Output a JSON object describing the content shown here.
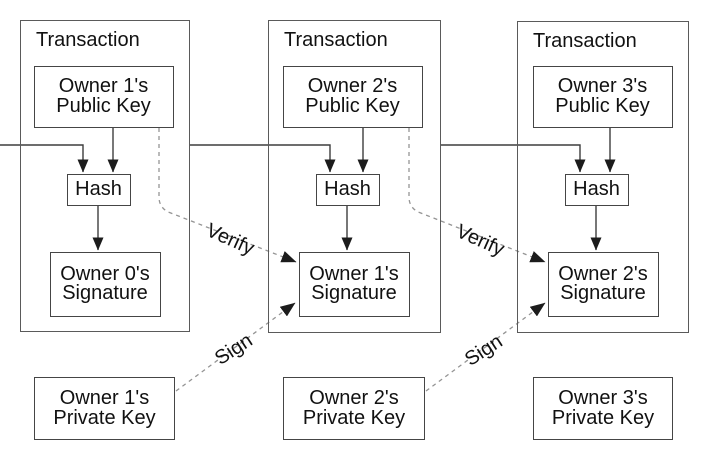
{
  "figure": {
    "transactions": [
      {
        "title": "Transaction",
        "public_key": {
          "line1": "Owner 1's",
          "line2": "Public Key"
        },
        "hash": "Hash",
        "signature": {
          "line1": "Owner 0's",
          "line2": "Signature"
        }
      },
      {
        "title": "Transaction",
        "public_key": {
          "line1": "Owner 2's",
          "line2": "Public Key"
        },
        "hash": "Hash",
        "signature": {
          "line1": "Owner 1's",
          "line2": "Signature"
        }
      },
      {
        "title": "Transaction",
        "public_key": {
          "line1": "Owner 3's",
          "line2": "Public Key"
        },
        "hash": "Hash",
        "signature": {
          "line1": "Owner 2's",
          "line2": "Signature"
        }
      }
    ],
    "private_keys": [
      {
        "line1": "Owner 1's",
        "line2": "Private Key"
      },
      {
        "line1": "Owner 2's",
        "line2": "Private Key"
      },
      {
        "line1": "Owner 3's",
        "line2": "Private Key"
      }
    ],
    "edge_labels": {
      "verify": "Verify",
      "sign": "Sign"
    },
    "colors": {
      "background": "#ffffff",
      "outer_box_border": "#5a5a5a",
      "inner_box_border": "#454545",
      "solid_line": "#3d3d3d",
      "dashed_line": "#949494",
      "arrow_fill": "#1c1c1c",
      "text": "#111111"
    }
  }
}
